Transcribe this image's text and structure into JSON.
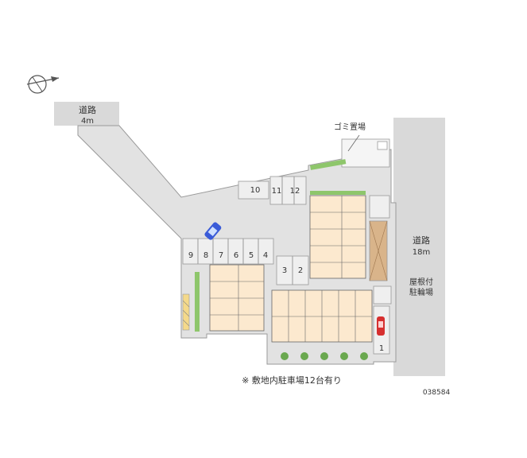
{
  "road_top": {
    "name": "道路",
    "width": "4m"
  },
  "road_right": {
    "name": "道路",
    "width": "18m"
  },
  "garbage_label": "ゴミ置場",
  "bicycle_label": [
    "屋根付",
    "駐輪場"
  ],
  "parking_numbers": [
    "1",
    "2",
    "3",
    "4",
    "5",
    "6",
    "7",
    "8",
    "9",
    "10",
    "11",
    "12"
  ],
  "footnote": "※ 敷地内駐車場12台有り",
  "property_code": "038584",
  "colors": {
    "lot": "#dcdcdc",
    "road": "#d9d9d9",
    "unit": "#fce9cf",
    "green": "#8ec66b",
    "tree": "#6aa84f",
    "stair": "#c9a37a",
    "car_blue": "#3a5bd8",
    "car_red": "#d62f2f"
  },
  "icons": [
    "compass-icon",
    "car-icon",
    "tree-icon"
  ]
}
